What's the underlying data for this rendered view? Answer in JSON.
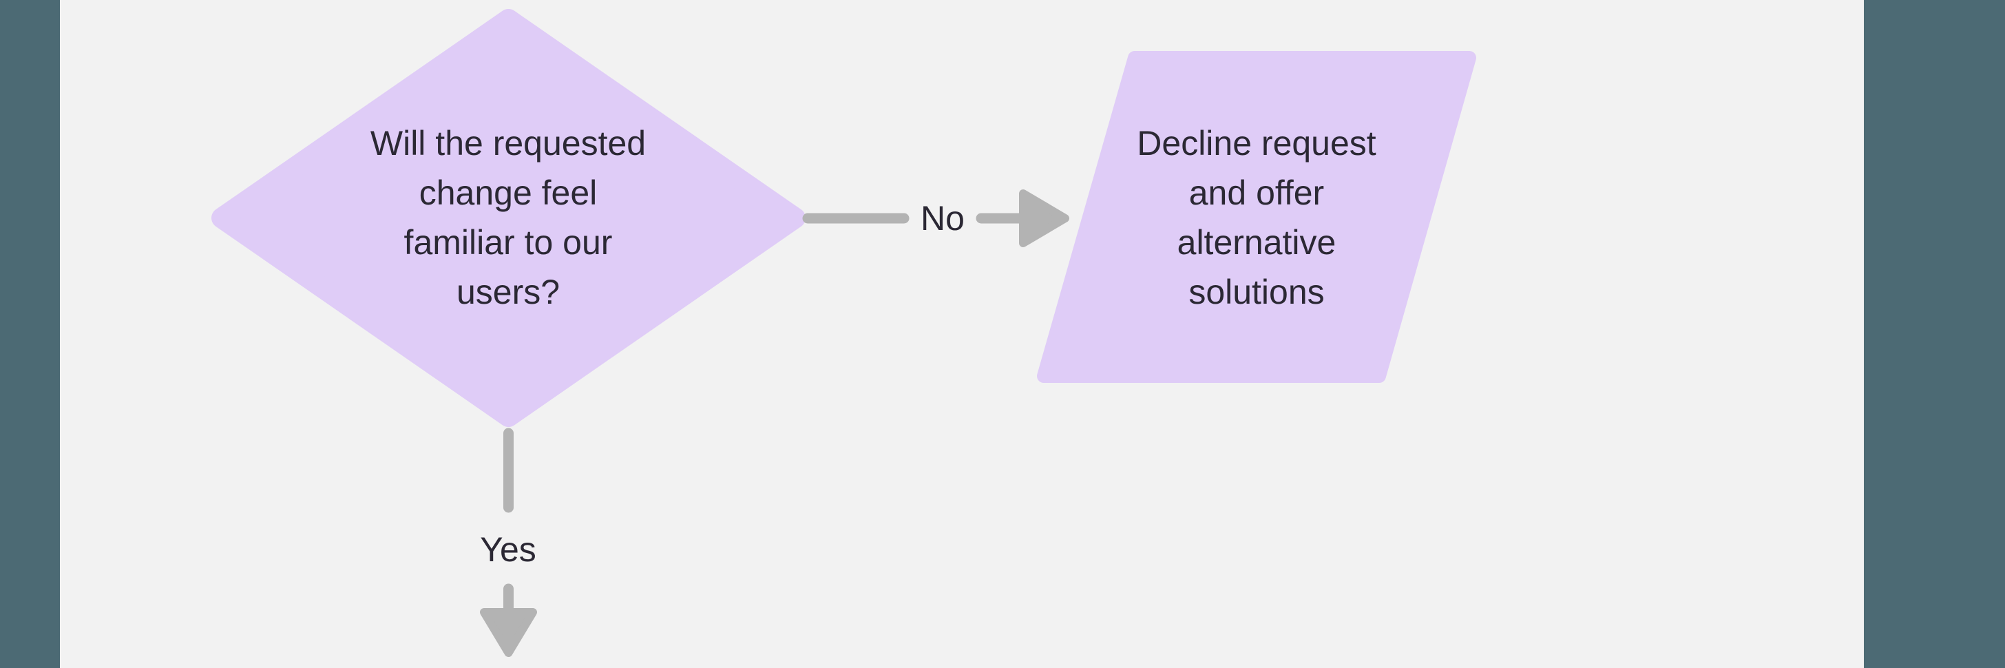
{
  "canvas": {
    "nodes": {
      "decision": {
        "label": "Will the requested\nchange feel\nfamiliar to our\nusers?"
      },
      "output": {
        "label": "Decline request\nand offer\nalternative\nsolutions"
      }
    },
    "edges": {
      "no": {
        "label": "No"
      },
      "yes": {
        "label": "Yes"
      }
    }
  },
  "colors": {
    "canvas-bg": "#f2f2f2",
    "side-band": "#4c6a74",
    "shape-fill": "#dfccf7",
    "connector": "#b3b3b3",
    "text": "#2b2834"
  }
}
